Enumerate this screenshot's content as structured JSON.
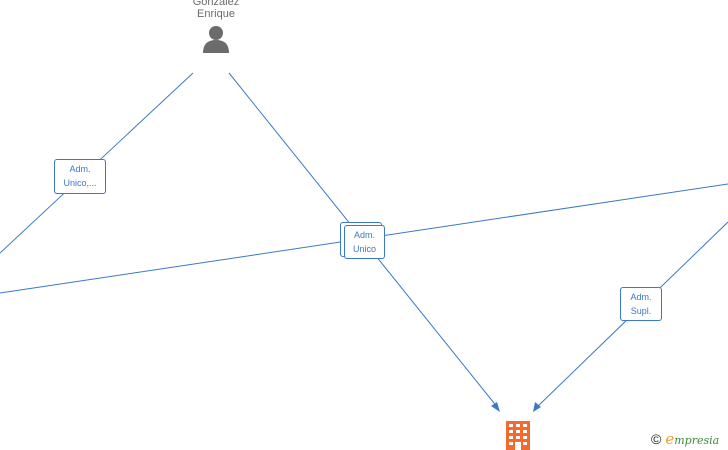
{
  "person": {
    "name_line1": "Gonzalez",
    "name_line2": "Enrique",
    "icon": "person-icon"
  },
  "company": {
    "icon": "building-icon",
    "color": "#f26a2c"
  },
  "edges": {
    "label_left": {
      "line1": "Adm.",
      "line2": "Unico,..."
    },
    "label_center": {
      "line1": "Adm.",
      "line2": "Unico"
    },
    "label_right": {
      "line1": "Adm.",
      "line2": "Supl."
    }
  },
  "colors": {
    "edge": "#3b78c7",
    "person": "#6b6b6b"
  },
  "watermark": {
    "copyright": "©",
    "brand_initial": "e",
    "brand_rest": "mpresia"
  }
}
